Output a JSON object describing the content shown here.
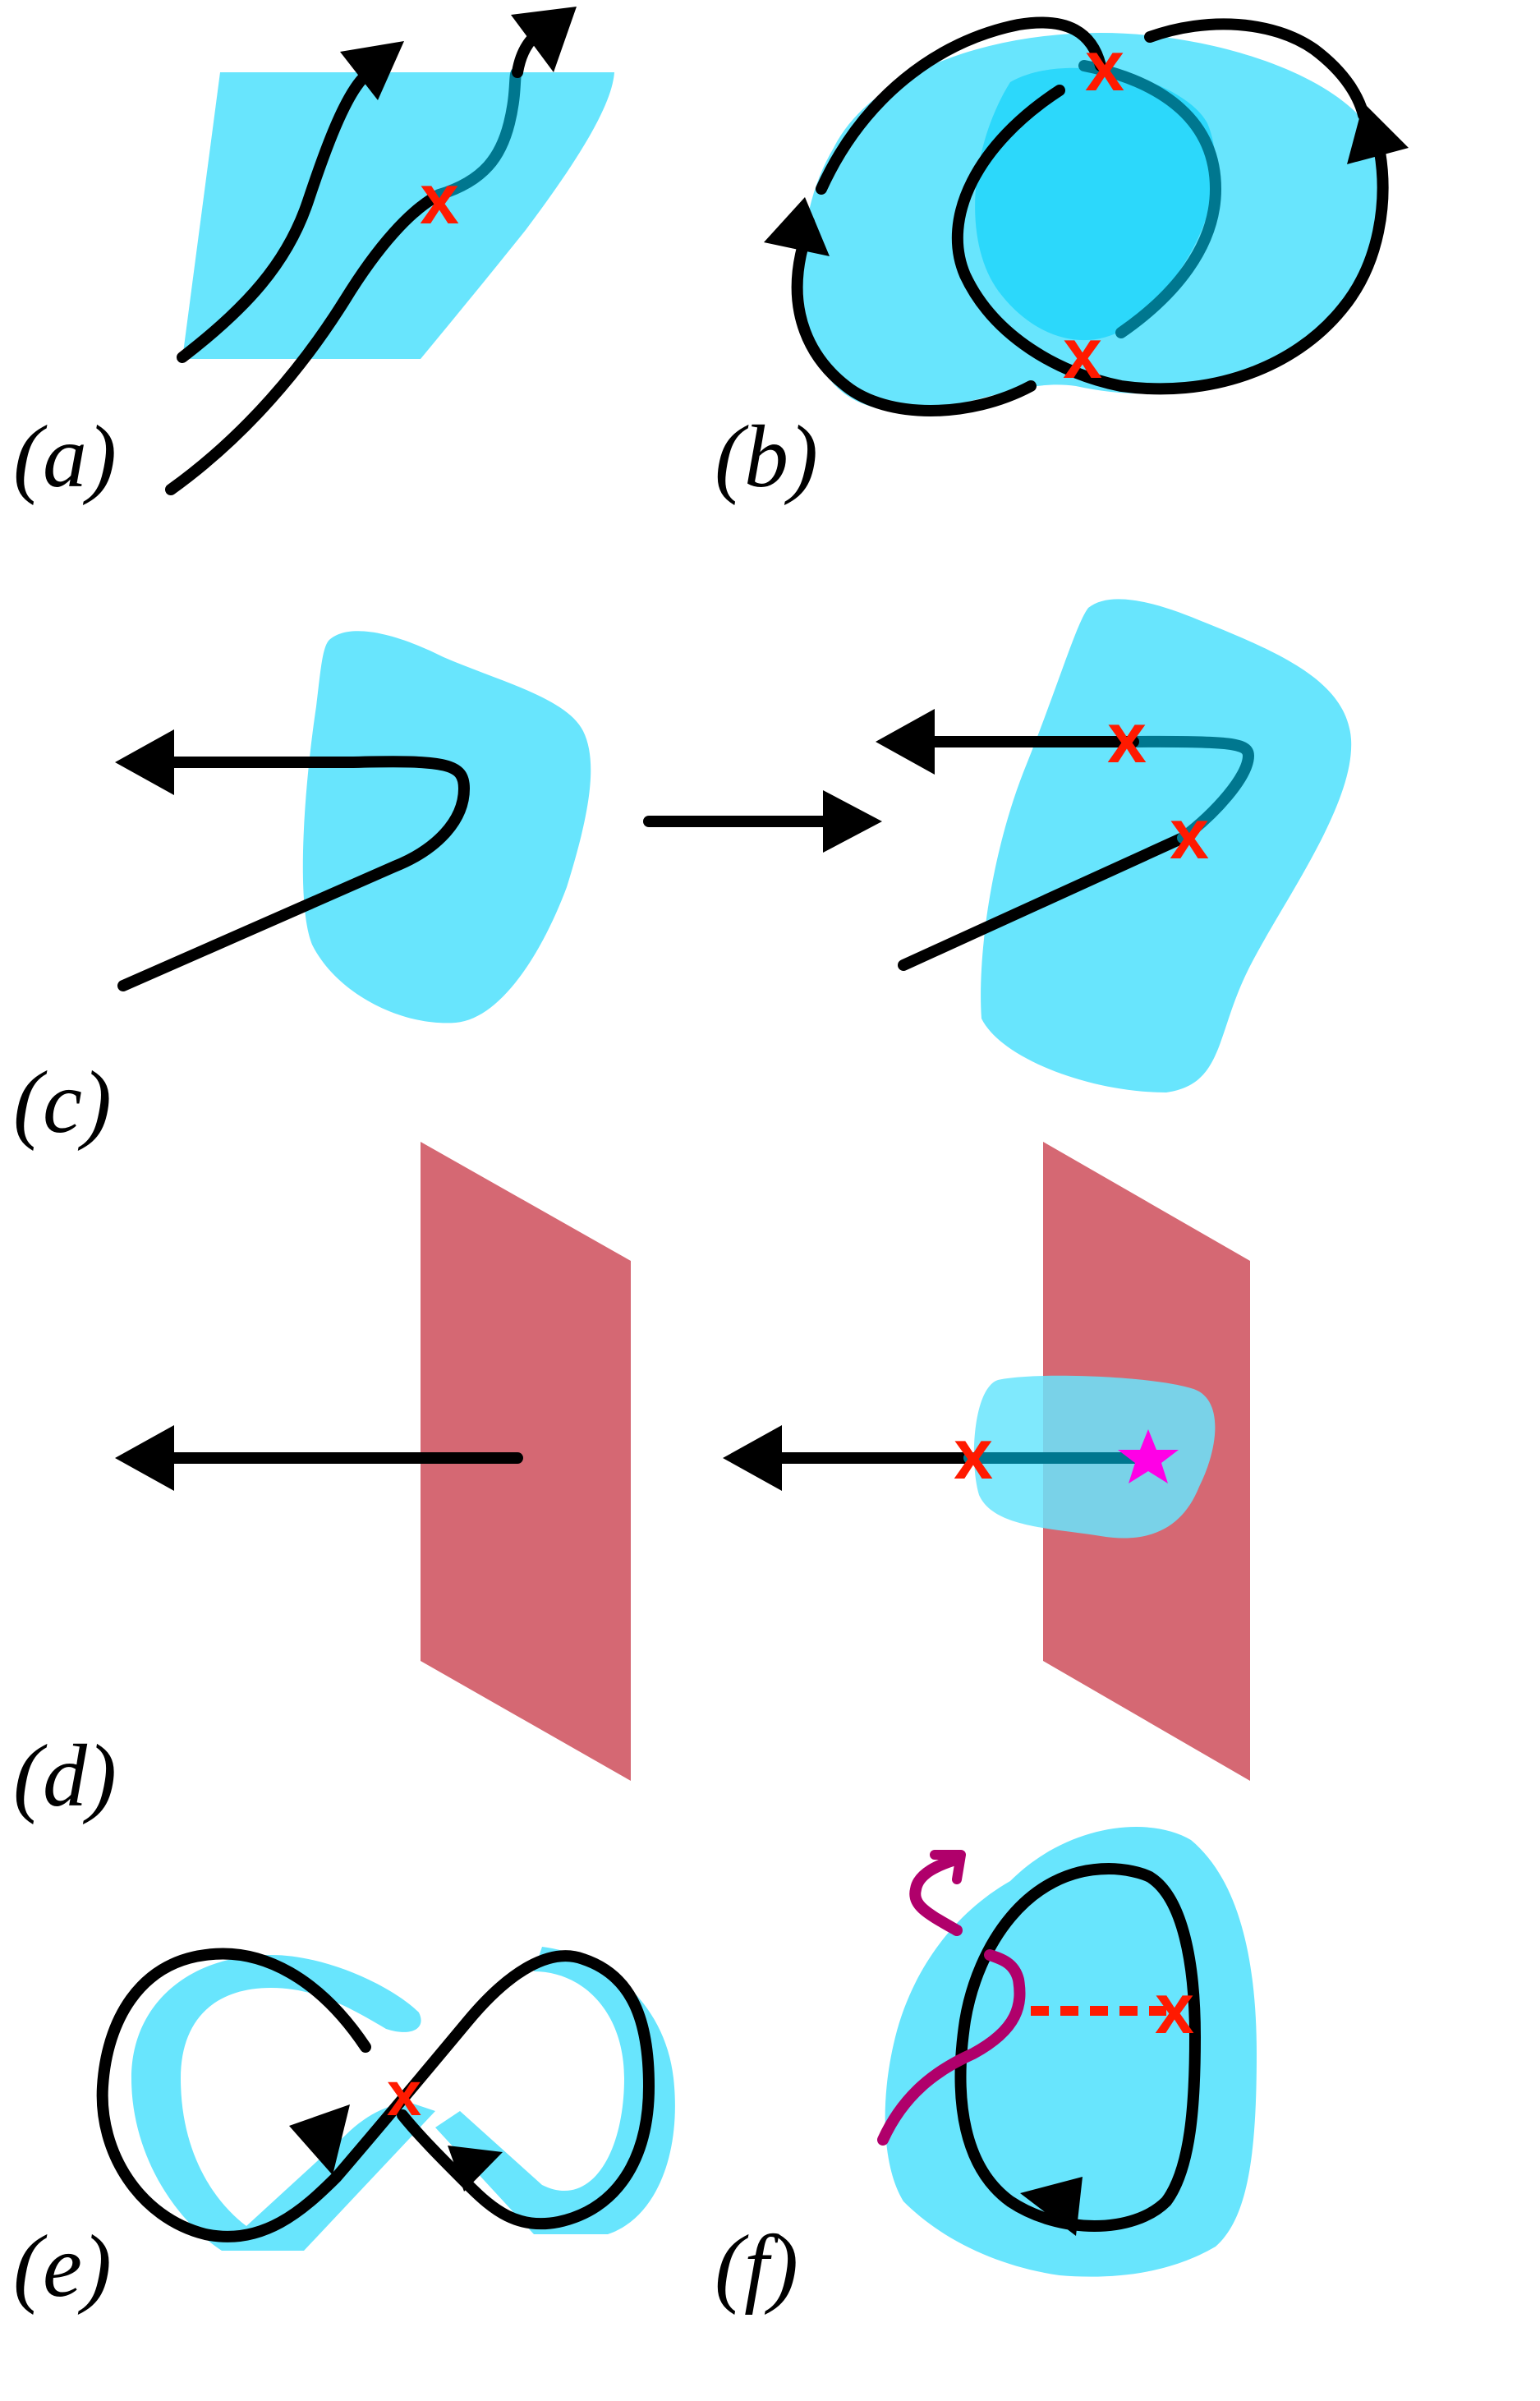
{
  "panels": [
    {
      "id": "a",
      "label": "(a)"
    },
    {
      "id": "b",
      "label": "(b)"
    },
    {
      "id": "c",
      "label": "(c)"
    },
    {
      "id": "d",
      "label": "(d)"
    },
    {
      "id": "e",
      "label": "(e)"
    },
    {
      "id": "f",
      "label": "(f)"
    }
  ],
  "colors": {
    "surface": "#68e5fd",
    "surface_overlap": "#2cd8fb",
    "plane": "#d56873",
    "curve": "#000000",
    "curve_behind_surface": "#00778f",
    "intersection_marker": "#ff1a00",
    "star_marker": "#ff00e6",
    "secondary_curve": "#b0006b",
    "dashed_link": "#ff1a00"
  },
  "markers": {
    "intersection_icon": "x-mark",
    "special_point_icon": "star"
  }
}
